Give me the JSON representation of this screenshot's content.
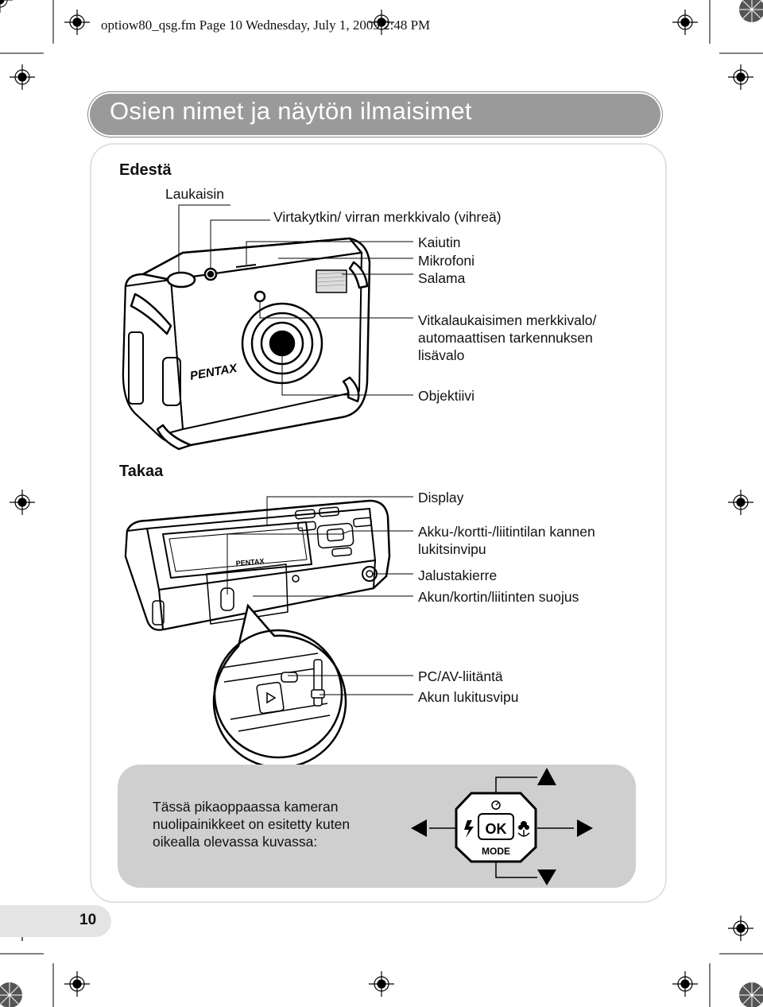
{
  "header": {
    "text": "optiow80_qsg.fm  Page 10  Wednesday, July 1, 2009  2:48 PM"
  },
  "title": "Osien nimet ja näytön ilmaisimet",
  "front": {
    "heading": "Edestä",
    "labels": {
      "shutter": "Laukaisin",
      "power": "Virtakytkin/ virran merkkivalo (vihreä)",
      "speaker": "Kaiutin",
      "mic": "Mikrofoni",
      "flash": "Salama",
      "selftimer_1": "Vitkalaukaisimen merkkivalo/",
      "selftimer_2": "automaattisen tarkennuksen",
      "selftimer_3": "lisävalo",
      "lens": "Objektiivi"
    },
    "brand": "PENTAX"
  },
  "back": {
    "heading": "Takaa",
    "labels": {
      "display": "Display",
      "cover_lever_1": "Akku-/kortti-/liitintilan kannen",
      "cover_lever_2": "lukitsinvipu",
      "tripod": "Jalustakierre",
      "cover": "Akun/kortin/liitinten suojus",
      "pcav": "PC/AV-liitäntä",
      "battery_lock": "Akun lukitusvipu"
    },
    "brand": "PENTAX"
  },
  "note": {
    "text": "Tässä pikaoppaassa kameran nuolipainikkeet on esitetty kuten oikealla olevassa kuvassa:",
    "ok": "OK",
    "mode": "MODE"
  },
  "page_number": "10"
}
